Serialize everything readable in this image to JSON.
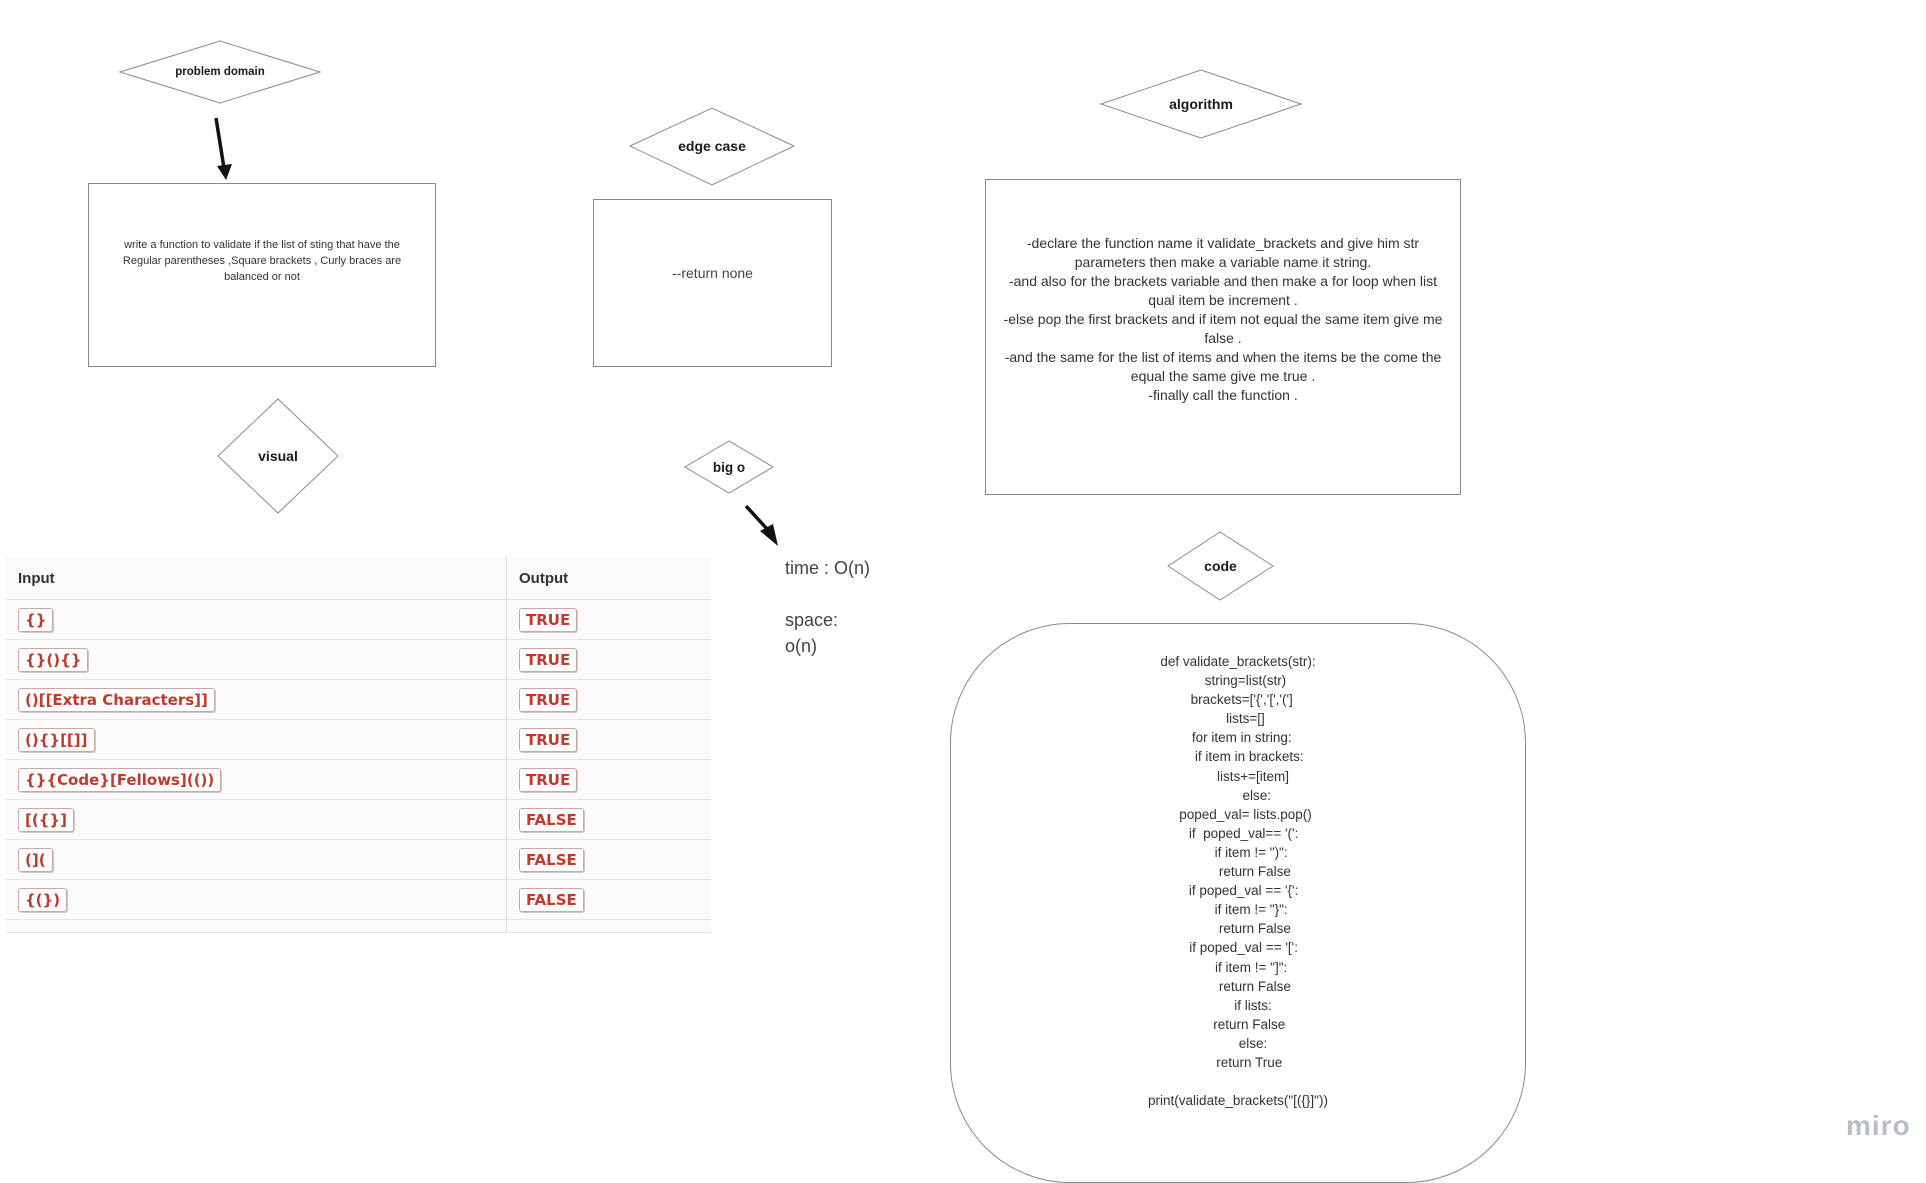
{
  "problem_domain": {
    "label": "problem domain",
    "text": "write  a function to validate if the list of sting that have the Regular parentheses ,Square brackets , Curly braces are balanced or not"
  },
  "edge_case": {
    "label": "edge case",
    "text": "--return none"
  },
  "algorithm": {
    "label": "algorithm",
    "lines": [
      "-declare the function name it validate_brackets and give him str parameters then make a variable name it string.",
      "-and also for the brackets variable and then make a for loop when list qual item be increment .",
      "-else pop the first brackets and if item not equal the same item give me false .",
      "-and the same for the list of items and when the items be the come the equal the same give me true .",
      "-finally call the function ."
    ]
  },
  "visual": {
    "label": "visual",
    "table": {
      "headers": [
        "Input",
        "Output"
      ],
      "rows": [
        {
          "input": "{}",
          "output": "TRUE"
        },
        {
          "input": "{}(){}",
          "output": "TRUE"
        },
        {
          "input": "()[[Extra Characters]]",
          "output": "TRUE"
        },
        {
          "input": "(){}[[]]",
          "output": "TRUE"
        },
        {
          "input": "{}{Code}[Fellows](())",
          "output": "TRUE"
        },
        {
          "input": "[({}]",
          "output": "FALSE"
        },
        {
          "input": "(](",
          "output": "FALSE"
        },
        {
          "input": "{(})",
          "output": "FALSE"
        }
      ]
    }
  },
  "big_o": {
    "label": "big o",
    "time": "time : O(n)",
    "space_label": "space:",
    "space_value": "o(n)"
  },
  "code": {
    "label": "code",
    "lines": [
      "def validate_brackets(str):",
      "    string=list(str)",
      "  brackets=['{','[','(']",
      "    lists=[]",
      "  for item in string:",
      "      if item in brackets:",
      "        lists+=[item]",
      "          else:",
      "    poped_val= lists.pop()",
      "   if  poped_val== '(':",
      "       if item != \")\":",
      "         return False",
      "   if poped_val == '{':",
      "       if item != \"}\":",
      "         return False",
      "   if poped_val == '[':",
      "       if item != \"]\":",
      "         return False",
      "        if lists:",
      "      return False",
      "        else:",
      "      return True",
      "",
      "print(validate_brackets(\"[({}]\"))"
    ]
  },
  "branding": "miro"
}
